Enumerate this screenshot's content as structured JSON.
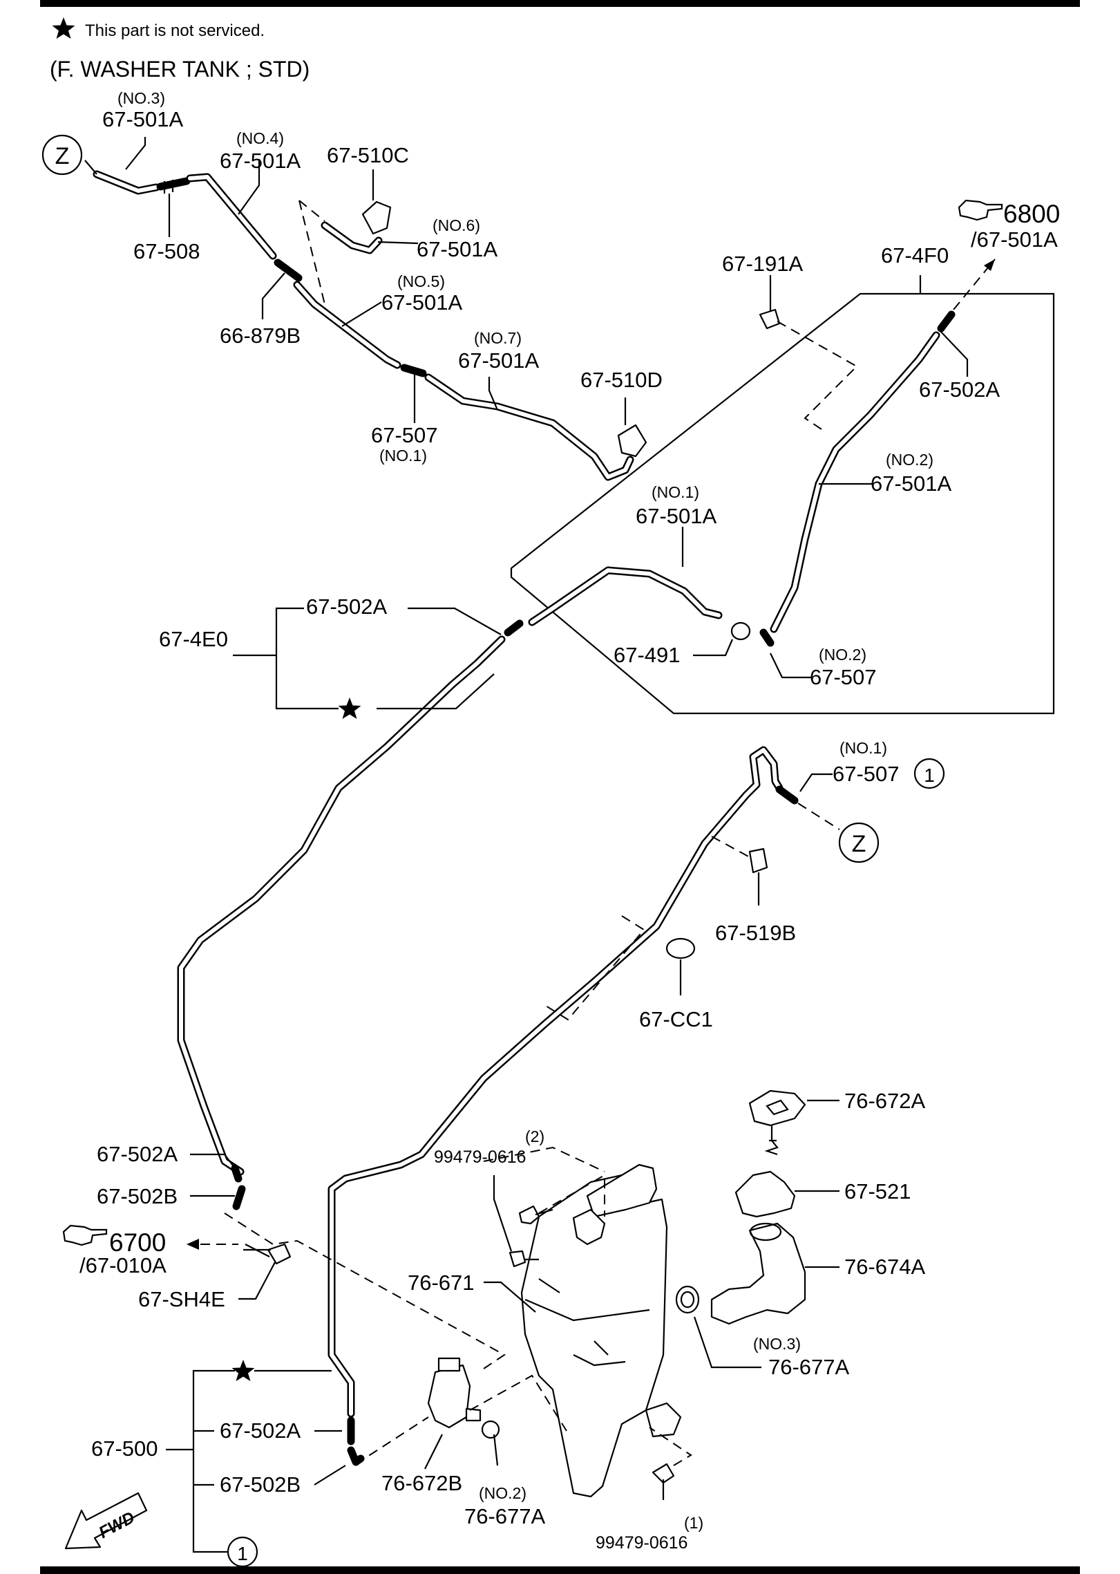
{
  "header": {
    "note": "This part is not serviced.",
    "subtitle": "(F. WASHER TANK ; STD)"
  },
  "refs": {
    "r6800": {
      "num": "6800",
      "sub": "/67-501A"
    },
    "r6700": {
      "num": "6700",
      "sub": "/67-010A"
    }
  },
  "circle_tags": {
    "z": "Z",
    "one": "1"
  },
  "labels": {
    "a": "67-501A",
    "a_no": "(NO.3)",
    "b": "67-501A",
    "b_no": "(NO.4)",
    "c": "67-510C",
    "d": "67-508",
    "e": "67-501A",
    "e_no": "(NO.6)",
    "f": "67-501A",
    "f_no": "(NO.5)",
    "g": "66-879B",
    "h": "67-501A",
    "h_no": "(NO.7)",
    "i": "67-510D",
    "j": "67-507",
    "j_no": "(NO.1)",
    "k": "67-191A",
    "l": "67-4F0",
    "m": "67-502A",
    "n": "67-501A",
    "n_no": "(NO.2)",
    "o": "67-501A",
    "o_no": "(NO.1)",
    "p": "67-502A",
    "q": "67-4E0",
    "r": "67-491",
    "s": "67-507",
    "s_no": "(NO.2)",
    "t": "67-507",
    "t_no": "(NO.1)",
    "u": "67-519B",
    "v": "67-CC1",
    "w": "76-672A",
    "x": "99479-0616",
    "x_no": "(2)",
    "y": "67-521",
    "z1": "67-502A",
    "z2": "67-502B",
    "z3": "76-674A",
    "z4": "67-SH4E",
    "z5": "76-671",
    "z6": "76-677A",
    "z6_no": "(NO.3)",
    "z7": "67-500",
    "z8": "67-502A",
    "z9": "67-502B",
    "z10": "76-672B",
    "z11": "76-677A",
    "z11_no": "(NO.2)",
    "z12": "99479-0616",
    "z12_no": "(1)",
    "fwd": "FWD"
  }
}
